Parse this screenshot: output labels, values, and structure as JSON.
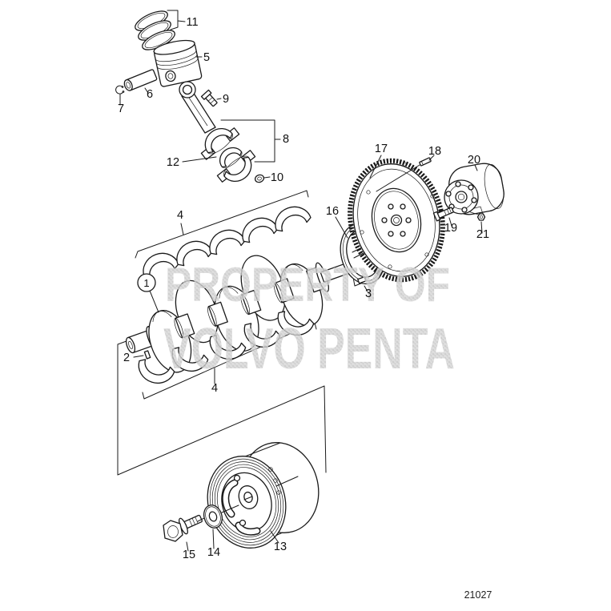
{
  "figure": {
    "drawing_number": "21027",
    "watermark_line1": "PROPERTY OF",
    "watermark_line2": "VOLVO PENTA",
    "background_color": "#ffffff",
    "line_color": "#1a1a1a",
    "watermark_color": "#c9c9c9",
    "circled_callouts": [
      "1"
    ]
  },
  "labels": {
    "1": "1",
    "2": "2",
    "3": "3",
    "4": "4",
    "5": "5",
    "6": "6",
    "7": "7",
    "8": "8",
    "9": "9",
    "10": "10",
    "11": "11",
    "12": "12",
    "13": "13",
    "14": "14",
    "15": "15",
    "16": "16",
    "17": "17",
    "18": "18",
    "19": "19",
    "20": "20",
    "21": "21"
  }
}
